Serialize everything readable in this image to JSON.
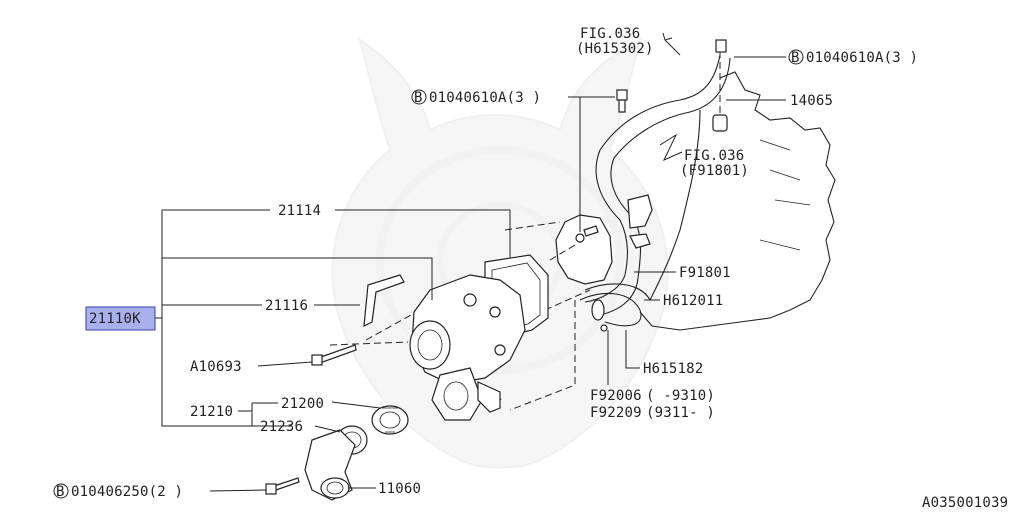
{
  "diagram_id": "A035001039",
  "highlight_color": "#aab0ee",
  "refs": {
    "fig036_top": "FIG.036",
    "fig036_top_code": "(H615302)",
    "fig036_mid": "FIG.036",
    "fig036_mid_code": "(F91801)"
  },
  "bolts": {
    "top_right": {
      "marker": "B",
      "code": "01040610A(3 )"
    },
    "top_mid": {
      "marker": "B",
      "code": "01040610A(3 )"
    },
    "bottom_left": {
      "marker": "B",
      "code": "010406250(2 )"
    }
  },
  "parts": {
    "hose_pipe": "14065",
    "pump_assy": "21110K",
    "pump_body": "21114",
    "gasket": "21116",
    "bolt": "A10693",
    "thermostat_group": "21210",
    "thermostat": "21200",
    "thermostat_gasket": "21236",
    "thermostat_cover": "11060",
    "clamp_a": "F91801",
    "hose": "H612011",
    "hose_b": "H615182",
    "clip_1": "F92006",
    "clip_1_range": "(      -9310)",
    "clip_2": "F92209",
    "clip_2_range": "(9311-     )"
  }
}
